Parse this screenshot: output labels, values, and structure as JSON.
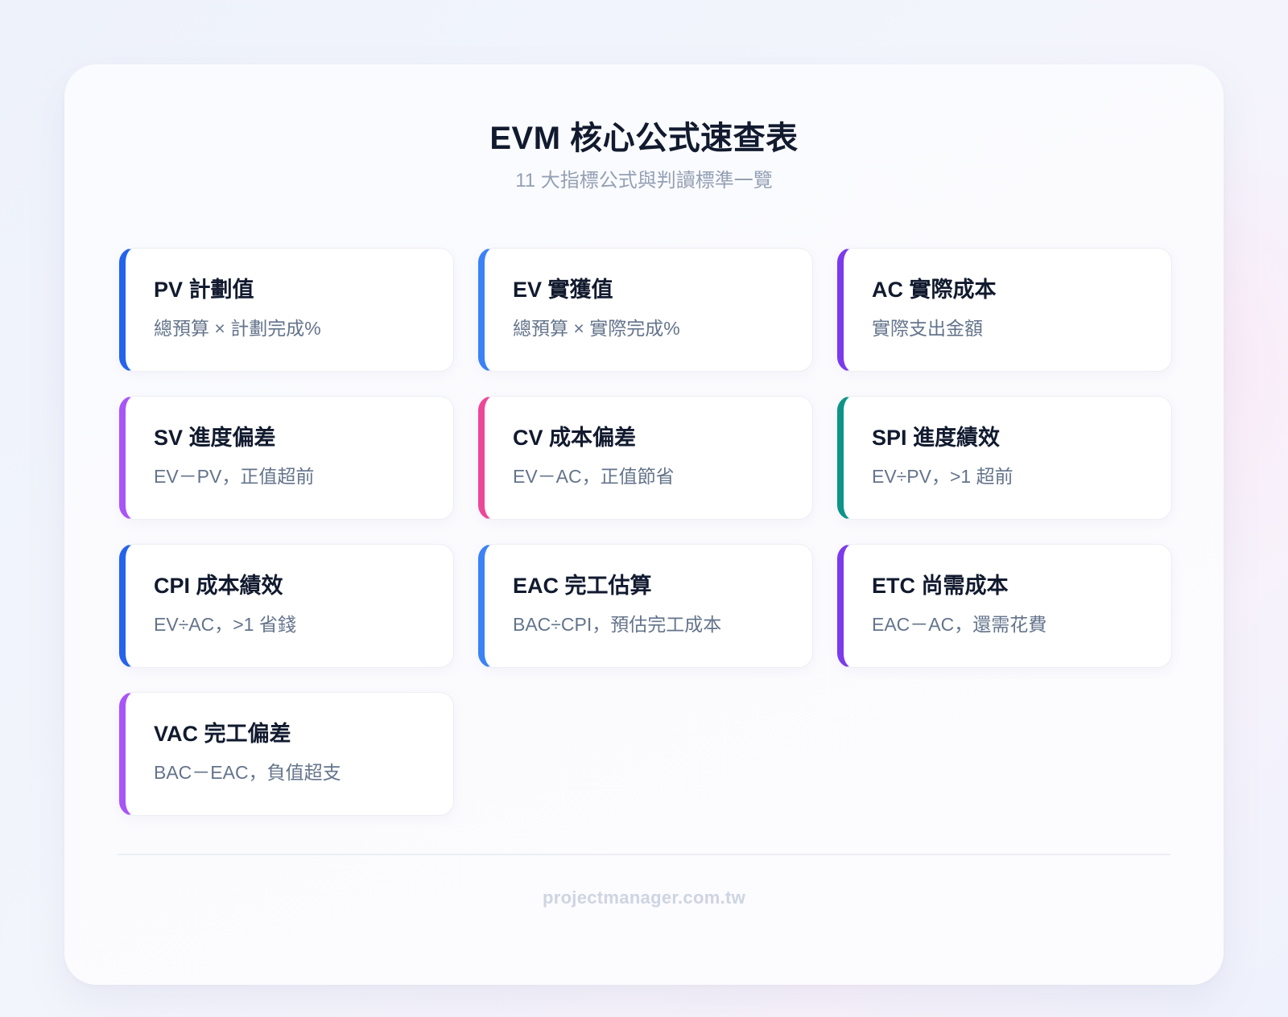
{
  "header": {
    "title": "EVM 核心公式速查表",
    "subtitle": "11 大指標公式與判讀標準一覽"
  },
  "cards": [
    {
      "title": "PV 計劃值",
      "description": "總預算 × 計劃完成%",
      "accent": "#2563eb"
    },
    {
      "title": "EV 實獲值",
      "description": "總預算 × 實際完成%",
      "accent": "#3b82f6"
    },
    {
      "title": "AC 實際成本",
      "description": "實際支出金額",
      "accent": "#7c3aed"
    },
    {
      "title": "SV 進度偏差",
      "description": "EV－PV，正值超前",
      "accent": "#a855f7"
    },
    {
      "title": "CV 成本偏差",
      "description": "EV－AC，正值節省",
      "accent": "#ec4899"
    },
    {
      "title": "SPI 進度績效",
      "description": "EV÷PV，>1 超前",
      "accent": "#0d9488"
    },
    {
      "title": "CPI 成本績效",
      "description": "EV÷AC，>1 省錢",
      "accent": "#2563eb"
    },
    {
      "title": "EAC 完工估算",
      "description": "BAC÷CPI，預估完工成本",
      "accent": "#3b82f6"
    },
    {
      "title": "ETC 尚需成本",
      "description": "EAC－AC，還需花費",
      "accent": "#7c3aed"
    },
    {
      "title": "VAC 完工偏差",
      "description": "BAC－EAC，負值超支",
      "accent": "#a855f7"
    }
  ],
  "footer": {
    "site": "projectmanager.com.tw"
  }
}
